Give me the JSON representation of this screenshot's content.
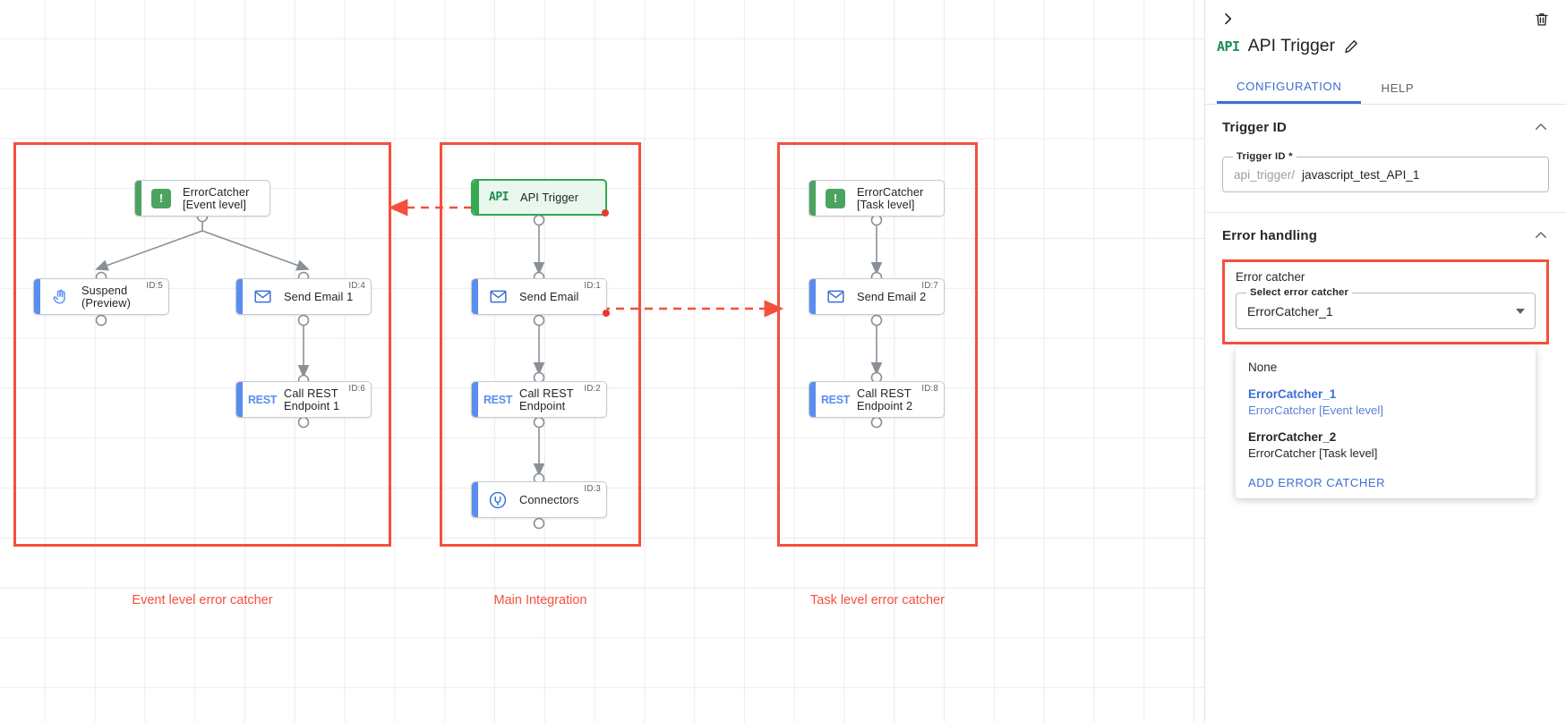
{
  "canvas": {
    "groups": [
      {
        "name": "event-level-group",
        "label": "Event level error catcher"
      },
      {
        "name": "main-integration-group",
        "label": "Main Integration"
      },
      {
        "name": "task-level-group",
        "label": "Task level error catcher"
      }
    ],
    "nodes": [
      {
        "id": "ec-event",
        "title": "ErrorCatcher\n[Event level]",
        "icon": "error-catcher-icon",
        "accent": "green",
        "badge": "",
        "selected": false,
        "error": false
      },
      {
        "id": "suspend",
        "title": "Suspend\n(Preview)",
        "icon": "hand-icon",
        "accent": "blue",
        "badge": "ID:5",
        "selected": false,
        "error": false
      },
      {
        "id": "sendemail1",
        "title": "Send Email 1",
        "icon": "envelope-icon",
        "accent": "blue",
        "badge": "ID:4",
        "selected": false,
        "error": false
      },
      {
        "id": "rest1",
        "title": "Call REST\nEndpoint 1",
        "icon": "rest-icon",
        "accent": "blue",
        "badge": "ID:6",
        "selected": false,
        "error": false
      },
      {
        "id": "apitrigger",
        "title": "API Trigger",
        "icon": "api-icon",
        "accent": "green",
        "badge": "",
        "selected": true,
        "error": true
      },
      {
        "id": "sendemail",
        "title": "Send Email",
        "icon": "envelope-icon",
        "accent": "blue",
        "badge": "ID:1",
        "selected": false,
        "error": true
      },
      {
        "id": "rest",
        "title": "Call REST\nEndpoint",
        "icon": "rest-icon",
        "accent": "blue",
        "badge": "ID:2",
        "selected": false,
        "error": false
      },
      {
        "id": "connectors",
        "title": "Connectors",
        "icon": "connectors-icon",
        "accent": "blue",
        "badge": "ID:3",
        "selected": false,
        "error": false
      },
      {
        "id": "ec-task",
        "title": "ErrorCatcher\n[Task level]",
        "icon": "error-catcher-icon",
        "accent": "green",
        "badge": "",
        "selected": false,
        "error": false
      },
      {
        "id": "sendemail2",
        "title": "Send Email 2",
        "icon": "envelope-icon",
        "accent": "blue",
        "badge": "ID:7",
        "selected": false,
        "error": false
      },
      {
        "id": "rest2",
        "title": "Call REST\nEndpoint 2",
        "icon": "rest-icon",
        "accent": "blue",
        "badge": "ID:8",
        "selected": false,
        "error": false
      }
    ],
    "colors": {
      "group_border": "#f4503c",
      "error_dot": "#e23b2e",
      "selected_node": "#35a853",
      "blue_accent": "#5b8def",
      "green_accent": "#4ca361",
      "connector": "#8a9097",
      "grid": "#ececec"
    }
  },
  "panel": {
    "title": "API Trigger",
    "icon": "api-icon",
    "collapse_icon": "chevron-right-icon",
    "delete_icon": "trash-icon",
    "edit_icon": "pencil-icon",
    "tabs": [
      {
        "label": "CONFIGURATION",
        "active": true
      },
      {
        "label": "HELP",
        "active": false
      }
    ],
    "trigger_id_section": {
      "heading": "Trigger ID",
      "expanded": true,
      "field_label": "Trigger ID *",
      "prefix": "api_trigger/",
      "value": "javascript_test_API_1"
    },
    "error_handling_section": {
      "heading": "Error handling",
      "expanded": true,
      "error_catcher_label": "Error catcher",
      "select_label": "Select error catcher",
      "select_value": "ErrorCatcher_1",
      "options": [
        {
          "primary": "None",
          "secondary": "",
          "selected": false
        },
        {
          "primary": "ErrorCatcher_1",
          "secondary": "ErrorCatcher [Event level]",
          "selected": true
        },
        {
          "primary": "ErrorCatcher_2",
          "secondary": "ErrorCatcher [Task level]",
          "selected": false
        }
      ],
      "add_action": "ADD ERROR CATCHER"
    },
    "colors": {
      "accent": "#3b6fd4",
      "highlight_border": "#f4503c"
    }
  }
}
